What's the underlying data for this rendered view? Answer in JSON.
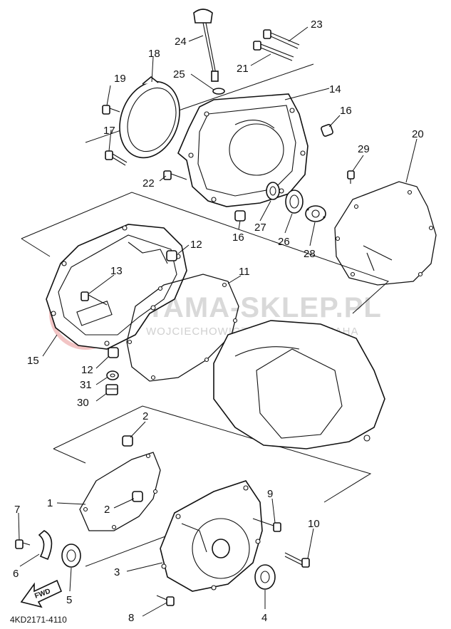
{
  "diagram": {
    "watermark": {
      "main": "YAMA-SKLEP.PL",
      "sub": "WOJCIECHOWICZ - DEALER YAMAHA"
    },
    "drawing_code": "4KD2171-4110",
    "fwd_label": "FWD",
    "part_numbers": {
      "p1": "1",
      "p2a": "2",
      "p2b": "2",
      "p3": "3",
      "p4": "4",
      "p5": "5",
      "p6": "6",
      "p7": "7",
      "p8": "8",
      "p9": "9",
      "p10": "10",
      "p11": "11",
      "p12a": "12",
      "p12b": "12",
      "p13": "13",
      "p14": "14",
      "p15": "15",
      "p16a": "16",
      "p16b": "16",
      "p17": "17",
      "p18": "18",
      "p19": "19",
      "p20": "20",
      "p21": "21",
      "p22": "22",
      "p23": "23",
      "p24": "24",
      "p25": "25",
      "p26": "26",
      "p27": "27",
      "p28": "28",
      "p29": "29",
      "p30": "30",
      "p31": "31"
    }
  }
}
